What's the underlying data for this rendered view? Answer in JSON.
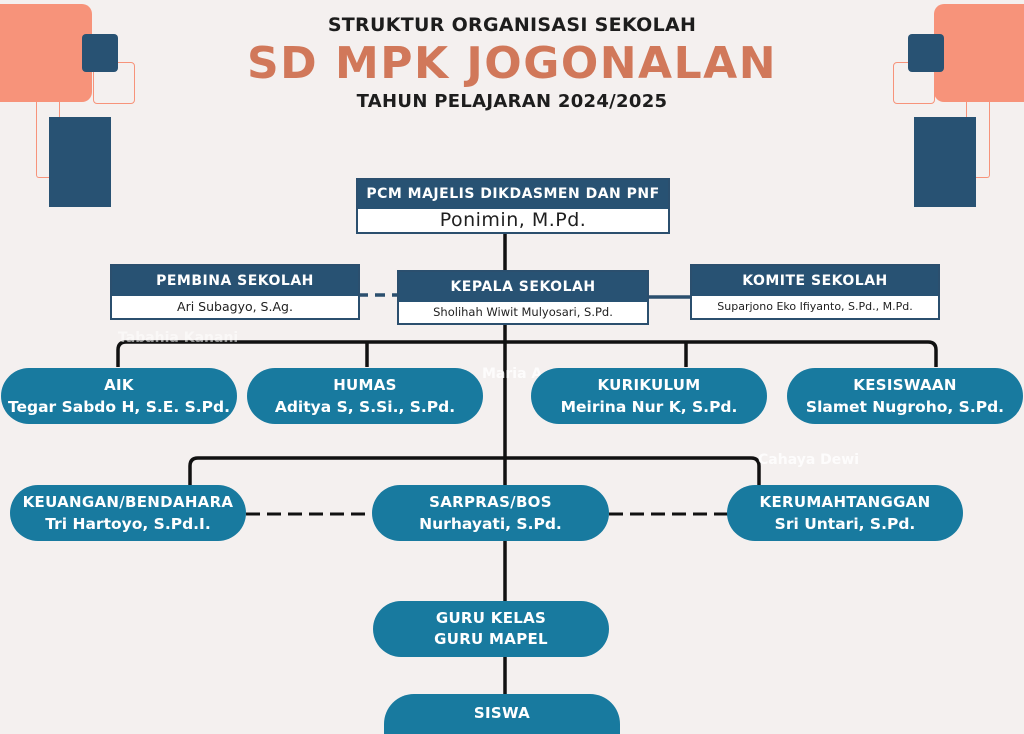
{
  "header": {
    "top": "STRUKTUR ORGANISASI SEKOLAH",
    "school": "SD MPK JOGONALAN",
    "year": "TAHUN PELAJARAN  2024/2025"
  },
  "colors": {
    "background": "#f4f0ef",
    "navy": "#285273",
    "teal": "#187a9f",
    "salmon": "#f7937a",
    "title_orange": "#d1785a"
  },
  "pcm": {
    "title": "PCM MAJELIS DIKDASMEN DAN PNF",
    "name": "Ponimin, M.Pd."
  },
  "pembina": {
    "title": "PEMBINA SEKOLAH",
    "name": "Ari Subagyo, S.Ag."
  },
  "kepala": {
    "title": "KEPALA SEKOLAH",
    "name": "Sholihah Wiwit Mulyosari, S.Pd."
  },
  "komite": {
    "title": "KOMITE SEKOLAH",
    "name": "Suparjono Eko Ifiyanto, S.Pd., M.Pd."
  },
  "units": {
    "aik": {
      "title": "AIK",
      "name": "Tegar Sabdo H, S.E. S.Pd."
    },
    "humas": {
      "title": "HUMAS",
      "name": "Aditya S, S.Si., S.Pd."
    },
    "kurikulum": {
      "title": "KURIKULUM",
      "name": "Meirina Nur K, S.Pd."
    },
    "kesiswaan": {
      "title": "KESISWAAN",
      "name": "Slamet Nugroho, S.Pd."
    },
    "keuangan": {
      "title": "KEUANGAN/BENDAHARA",
      "name": "Tri Hartoyo, S.Pd.I."
    },
    "sarpras": {
      "title": "SARPRAS/BOS",
      "name": "Nurhayati, S.Pd."
    },
    "kerumah": {
      "title": "KERUMAHTANGGAN",
      "name": "Sri Untari, S.Pd."
    },
    "guru": {
      "title": "GURU KELAS",
      "name": "GURU MAPEL"
    },
    "siswa": {
      "title": "SISWA"
    }
  },
  "faint_text": {
    "left": "Tabahia Kanani",
    "middle": "Maria A",
    "right": "Cahaya Dewi"
  }
}
